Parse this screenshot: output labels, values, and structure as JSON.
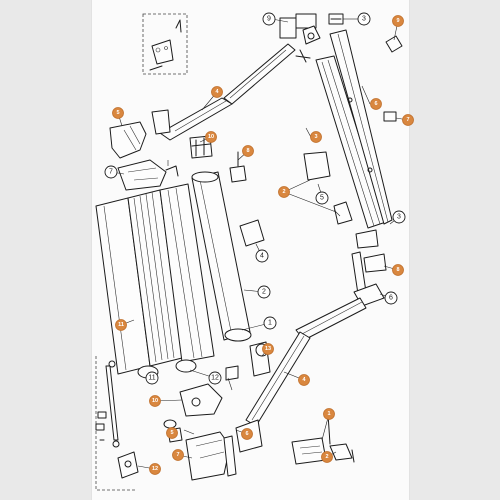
{
  "diagram": {
    "orange_labels": [
      {
        "id": "o-top-right",
        "text": "9"
      },
      {
        "id": "o-left-cap",
        "text": "5"
      },
      {
        "id": "o-arm-upper",
        "text": "4"
      },
      {
        "id": "o-right-bracket-top",
        "text": "6"
      },
      {
        "id": "o-right-edge",
        "text": "7"
      },
      {
        "id": "o-profile-center",
        "text": "3"
      },
      {
        "id": "o-spring-cap",
        "text": "10"
      },
      {
        "id": "o-end-cap-small",
        "text": "8"
      },
      {
        "id": "o-bracket-clip",
        "text": "2"
      },
      {
        "id": "o-profile-left",
        "text": "11"
      },
      {
        "id": "o-clip-right",
        "text": "8"
      },
      {
        "id": "o-lower-arm",
        "text": "4"
      },
      {
        "id": "o-motor",
        "text": "13"
      },
      {
        "id": "o-motor-cap",
        "text": "10"
      },
      {
        "id": "o-motor-small",
        "text": "5"
      },
      {
        "id": "o-rod-bottom",
        "text": "12"
      },
      {
        "id": "o-bottom-left-cap",
        "text": "6"
      },
      {
        "id": "o-bottom-mid-cap",
        "text": "7"
      },
      {
        "id": "o-remote",
        "text": "1"
      },
      {
        "id": "o-small-nut",
        "text": "2"
      }
    ],
    "white_labels": [
      {
        "id": "w-9",
        "text": "9"
      },
      {
        "id": "w-3-top",
        "text": "3"
      },
      {
        "id": "w-7",
        "text": "7"
      },
      {
        "id": "w-5",
        "text": "5"
      },
      {
        "id": "w-3-right",
        "text": "3"
      },
      {
        "id": "w-4",
        "text": "4"
      },
      {
        "id": "w-2",
        "text": "2"
      },
      {
        "id": "w-1",
        "text": "1"
      },
      {
        "id": "w-11",
        "text": "11"
      },
      {
        "id": "w-12",
        "text": "12"
      },
      {
        "id": "w-6",
        "text": "6"
      }
    ]
  }
}
